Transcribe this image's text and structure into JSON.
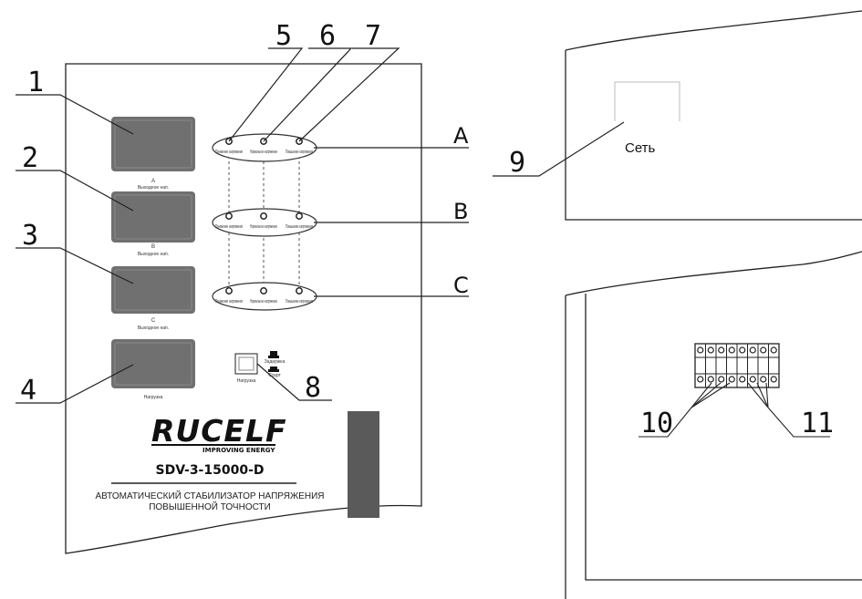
{
  "callouts": [
    "1",
    "2",
    "3",
    "4",
    "5",
    "6",
    "7",
    "8",
    "9",
    "10",
    "11"
  ],
  "phases": [
    "A",
    "B",
    "C"
  ],
  "meters": [
    {
      "letter": "A",
      "caption": "Выходное нап."
    },
    {
      "letter": "B",
      "caption": "Выходное нап."
    },
    {
      "letter": "C",
      "caption": "Выходное нап."
    },
    {
      "letter": "",
      "caption": "Нагрузка"
    }
  ],
  "indicators": [
    "Понижение напряжения",
    "Нормальное напряжение",
    "Повышение напряжения"
  ],
  "switch_label": "Нагрузка",
  "toggle_labels": [
    "Задержка",
    "Старт"
  ],
  "brand": {
    "name": "RUCELF",
    "tagline": "IMPROVING ENERGY",
    "reg_mark": "®",
    "model": "SDV-3-15000-D",
    "description_line1": "АВТОМАТИЧЕСКИЙ СТАБИЛИЗАТОР НАПРЯЖЕНИЯ",
    "description_line2": "ПОВЫШЕННОЙ ТОЧНОСТИ"
  },
  "network_label": "Сеть"
}
